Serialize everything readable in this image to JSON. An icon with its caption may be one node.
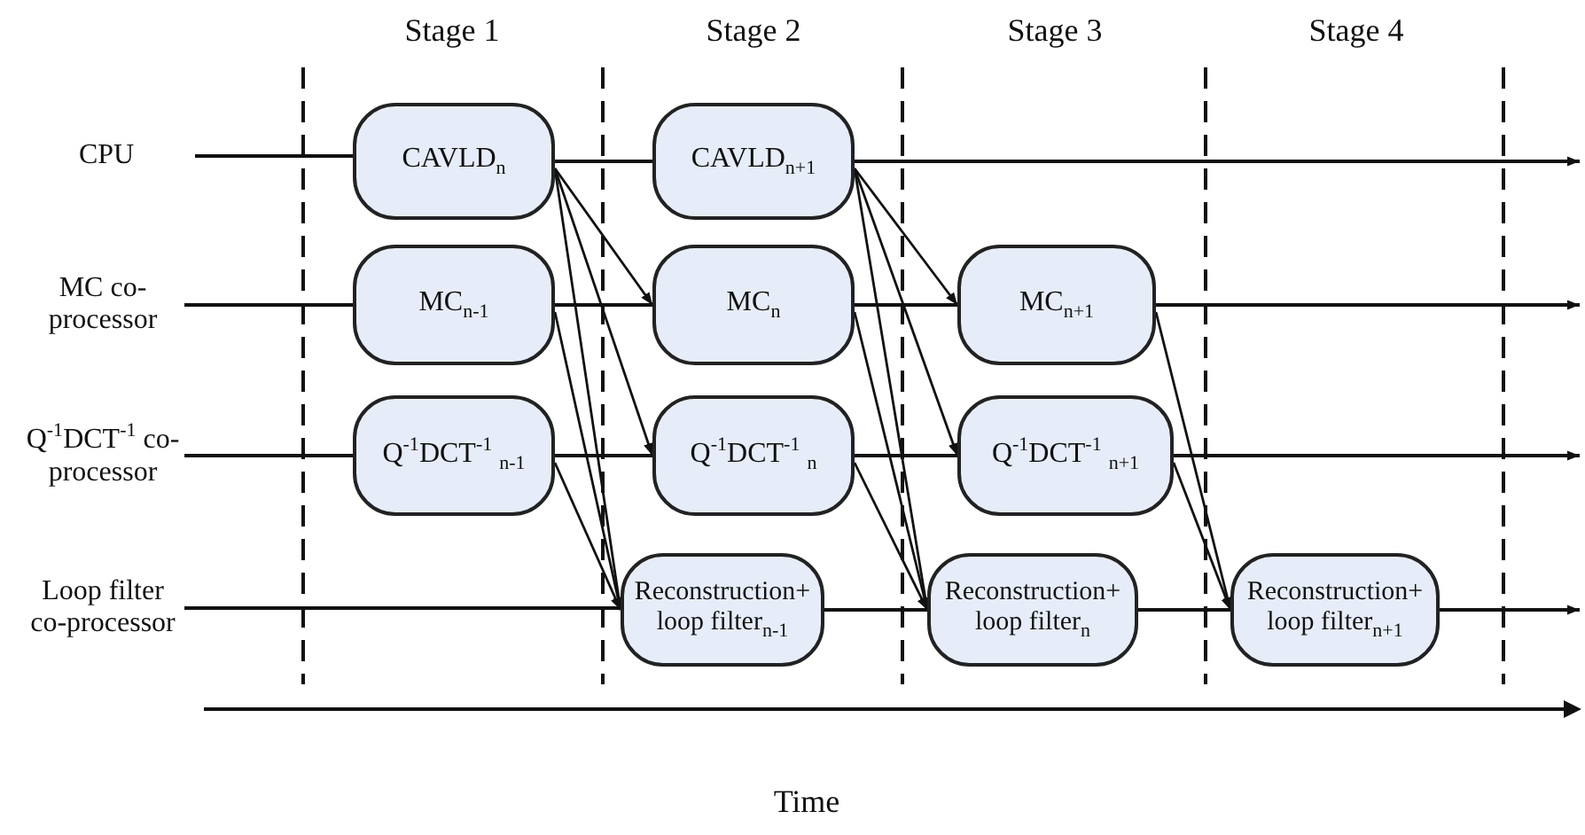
{
  "diagram": {
    "nodes": [
      {
        "text": [
          "CPU"
        ]
      },
      {
        "text": [
          "CAVLD$_{n}$"
        ]
      },
      {
        "text": [
          "CAVLD$_{n+1}$"
        ]
      },
      {
        "text": [
          "MC co-processor"
        ]
      },
      {
        "text": [
          "MC$_{n-1}$"
        ]
      },
      {
        "text": [
          "MC$_{n}$"
        ]
      },
      {
        "text": [
          "MC$_{n+1}$"
        ]
      },
      {
        "text": [
          "Q$^{-1}$DCT$^{-1}$ co-processor"
        ]
      },
      {
        "text": [
          "Q$^{-1}$DCT$^{-1}$ $_{n-1}$"
        ]
      },
      {
        "text": [
          "Q$^{-1}$DCT$^{-1}$ $_{n}$"
        ]
      },
      {
        "text": [
          "Q$^{-1}$DCT$^{-1}$ $_{n+1}$"
        ]
      },
      {
        "text": [
          "Loop filter co-processor"
        ]
      },
      {
        "text": [
          "Reconstruction+ loop filter$_{n-1}$"
        ]
      },
      {
        "text": [
          "Reconstruction+ loop filter$_{n}$"
        ]
      },
      {
        "text": [
          "Reconstruction+ loop filter$_{n+1}$"
        ]
      }
    ],
    "edges": [
      {
        "from": 0,
        "to": 1,
        "arrow": "none"
      },
      {
        "from": 1,
        "to": 2,
        "arrow": "none"
      },
      {
        "from": 2,
        "to": null,
        "arrow": "to"
      },
      {
        "from": 3,
        "to": 4,
        "arrow": "none"
      },
      {
        "from": 4,
        "to": 5,
        "arrow": "none"
      },
      {
        "from": 5,
        "to": 6,
        "arrow": "none"
      },
      {
        "from": 6,
        "to": null,
        "arrow": "to"
      },
      {
        "from": 7,
        "to": 8,
        "arrow": "none"
      },
      {
        "from": 8,
        "to": 9,
        "arrow": "none"
      },
      {
        "from": 9,
        "to": 10,
        "arrow": "none"
      },
      {
        "from": 10,
        "to": null,
        "arrow": "to"
      },
      {
        "from": 11,
        "to": 12,
        "arrow": "none"
      },
      {
        "from": 12,
        "to": 13,
        "arrow": "none"
      },
      {
        "from": 13,
        "to": 14,
        "arrow": "none"
      },
      {
        "from": 14,
        "to": null,
        "arrow": "to"
      },
      {
        "from": 1,
        "to": 5,
        "arrow": "to"
      },
      {
        "from": 1,
        "to": 9,
        "arrow": "to"
      },
      {
        "from": 1,
        "to": 12,
        "arrow": "to"
      },
      {
        "from": 4,
        "to": 12,
        "arrow": "to"
      },
      {
        "from": 8,
        "to": 12,
        "arrow": "to"
      },
      {
        "from": 2,
        "to": 6,
        "arrow": "to"
      },
      {
        "from": 2,
        "to": 10,
        "arrow": "to"
      },
      {
        "from": 2,
        "to": 13,
        "arrow": "to"
      },
      {
        "from": 5,
        "to": 13,
        "arrow": "to"
      },
      {
        "from": 9,
        "to": 13,
        "arrow": "to"
      },
      {
        "from": 6,
        "to": 14,
        "arrow": "to"
      },
      {
        "from": 10,
        "to": 14,
        "arrow": "to"
      }
    ],
    "labels": [
      "Stage 1",
      "Stage 2",
      "Stage 3",
      "Stage 4",
      "Time"
    ]
  }
}
